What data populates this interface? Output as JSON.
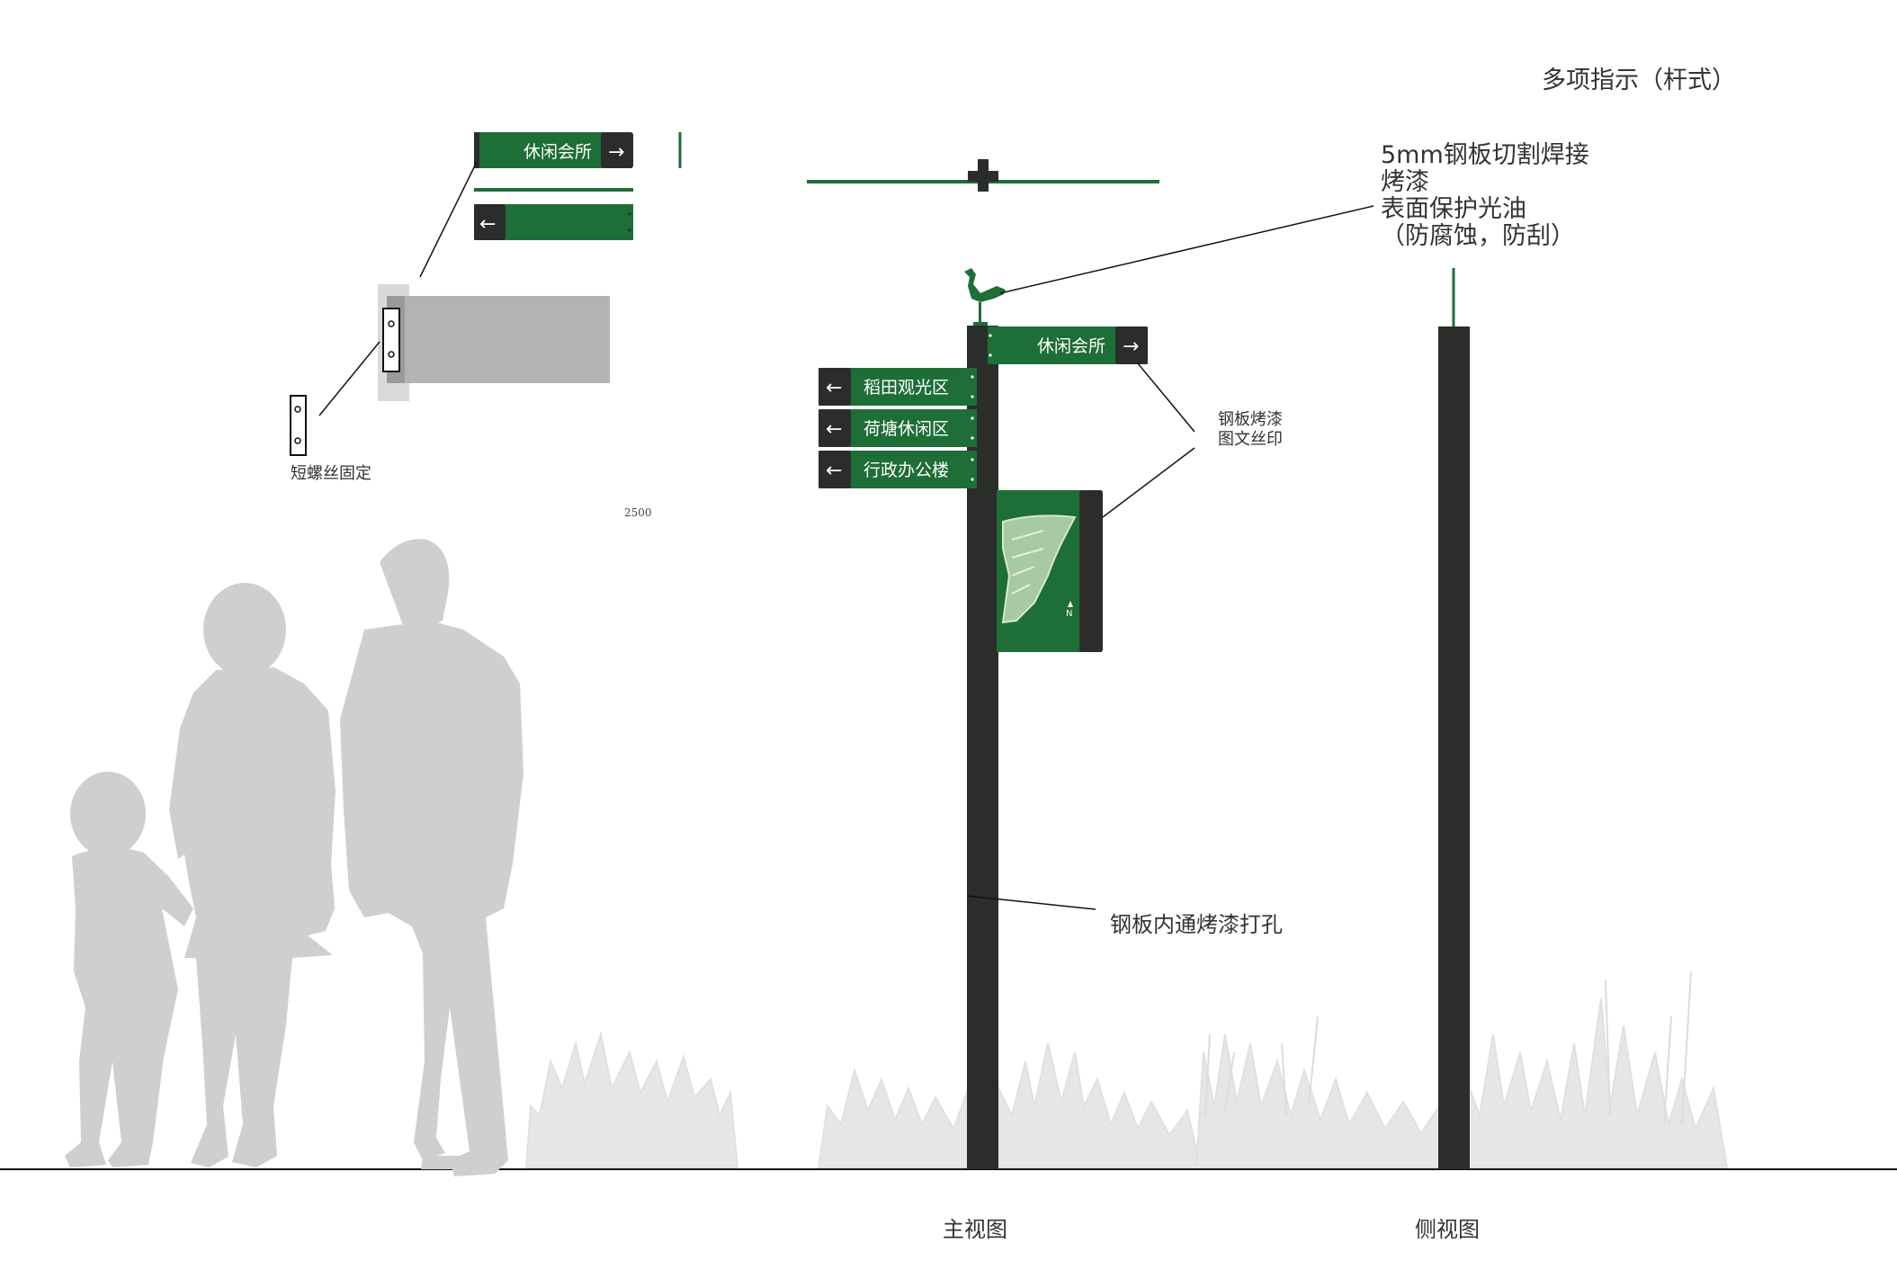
{
  "title": "多项指示（杆式）",
  "spec_note": {
    "lines": [
      "5mm钢板切割焊接",
      "烤漆",
      "表面保护光油",
      "（防腐蚀，防刮）"
    ]
  },
  "panel_note": {
    "lines": [
      "钢板烤漆",
      "图文丝印"
    ]
  },
  "pole_note": "钢板内通烤漆打孔",
  "screw_note": "短螺丝固定",
  "dimension_label": "2500",
  "view_labels": {
    "front": "主视图",
    "side": "侧视图"
  },
  "detail_sign": {
    "label": "休闲会所",
    "arrow": "→"
  },
  "signs": [
    {
      "label": "休闲会所",
      "direction": "right",
      "arrow": "→"
    },
    {
      "label": "稻田观光区",
      "direction": "left",
      "arrow": "←"
    },
    {
      "label": "荷塘休闲区",
      "direction": "left",
      "arrow": "←"
    },
    {
      "label": "行政办公楼",
      "direction": "left",
      "arrow": "←"
    }
  ],
  "map_north": "N",
  "colors": {
    "sign_green": "#1e6e37",
    "pole_dark": "#2b2d2b",
    "silhouette_gray": "#cfcfcf",
    "grass_gray": "#e4e4e4",
    "shadow_gray": "#b3b3b3"
  }
}
